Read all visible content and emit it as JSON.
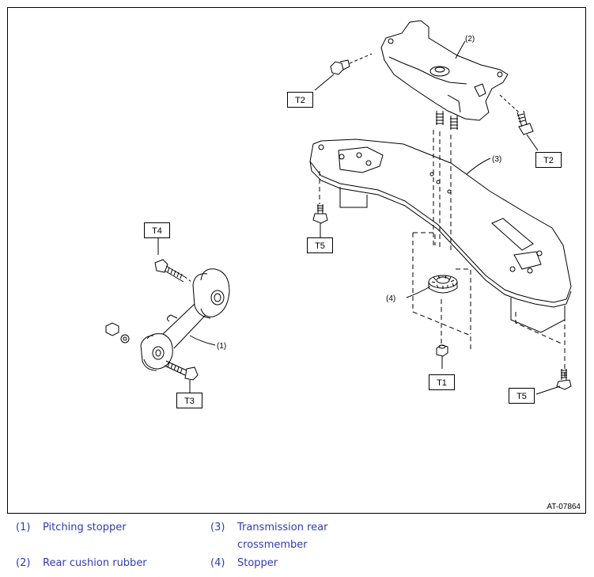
{
  "figure": {
    "id": "AT-07864",
    "callouts": {
      "c1": "(1)",
      "c2": "(2)",
      "c3": "(3)",
      "c4": "(4)"
    },
    "torque_labels": {
      "t2_top": "T2",
      "t2_right": "T2",
      "t4": "T4",
      "t3": "T3",
      "t5_left": "T5",
      "t1": "T1",
      "t5_right": "T5"
    }
  },
  "legend": [
    {
      "num": "(1)",
      "text": "Pitching stopper"
    },
    {
      "num": "(2)",
      "text": "Rear cushion rubber"
    },
    {
      "num": "(3)",
      "text": "Transmission rear crossmember"
    },
    {
      "num": "(4)",
      "text": "Stopper"
    }
  ],
  "colors": {
    "legend_text": "#2e3cb4",
    "line": "#000000"
  }
}
